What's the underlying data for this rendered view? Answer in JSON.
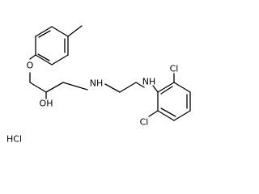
{
  "molecule": {
    "atoms": {
      "o_ether": "O",
      "oh": "OH",
      "nh_left": "NH",
      "nh_right": "NH",
      "cl_top": "Cl",
      "cl_bottom": "Cl"
    },
    "salt": "HCl"
  }
}
